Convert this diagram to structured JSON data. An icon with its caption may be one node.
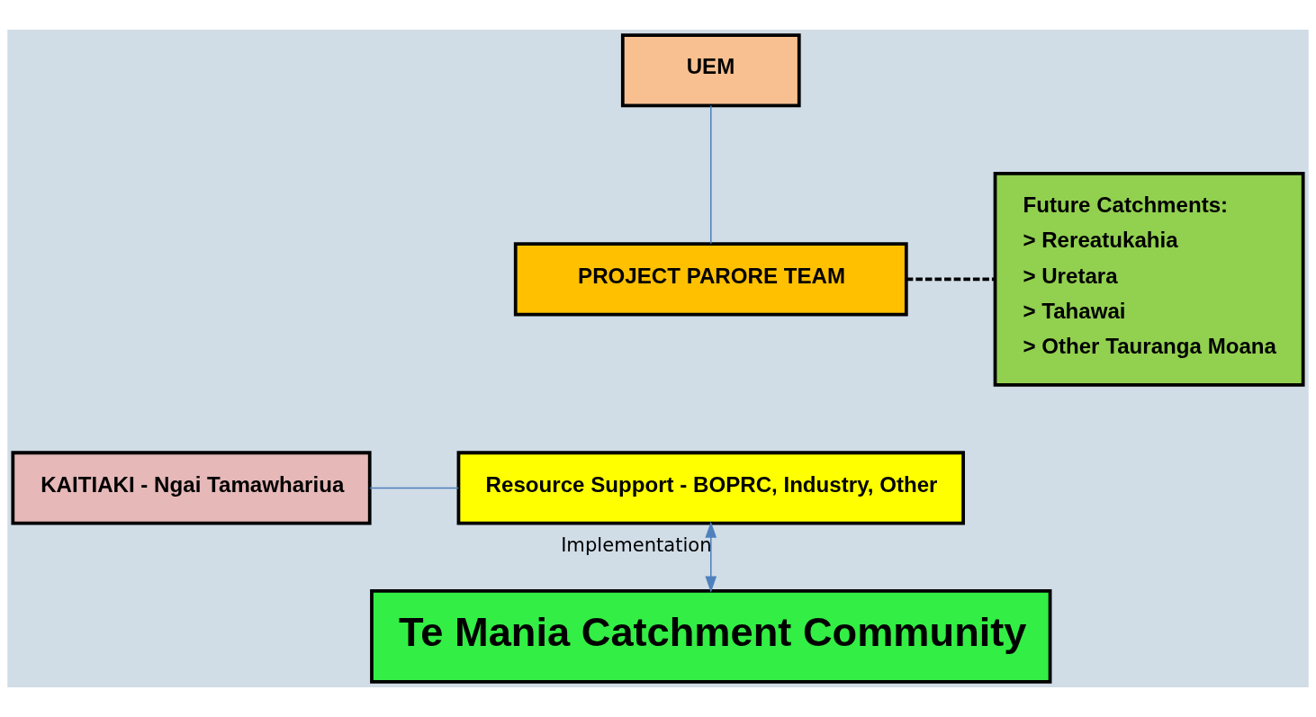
{
  "diagram": {
    "nodes": [
      {
        "text": [
          "UEM"
        ]
      },
      {
        "text": [
          "PROJECT PARORE TEAM"
        ]
      },
      {
        "text": [
          "Resource Support - BOPRC, Industry, Other"
        ]
      },
      {
        "text": [
          "KAITIAKI - Ngai Tamawhariua"
        ]
      },
      {
        "text": [
          "Future Catchments:",
          "> Rereatukahia",
          "> Uretara",
          "> Tahawai",
          "> Other Tauranga Moana"
        ]
      },
      {
        "text": [
          "Te Mania Catchment Community"
        ]
      }
    ],
    "edges": [
      {
        "from": 0,
        "to": 1,
        "arrow": "none"
      },
      {
        "from": 3,
        "to": 2,
        "arrow": "none"
      },
      {
        "from": 1,
        "to": 4,
        "arrow": "none",
        "style": "dashed",
        "color": "#000000"
      },
      {
        "from": 2,
        "to": 5,
        "arrow": "both",
        "label": "Implementation"
      }
    ]
  }
}
